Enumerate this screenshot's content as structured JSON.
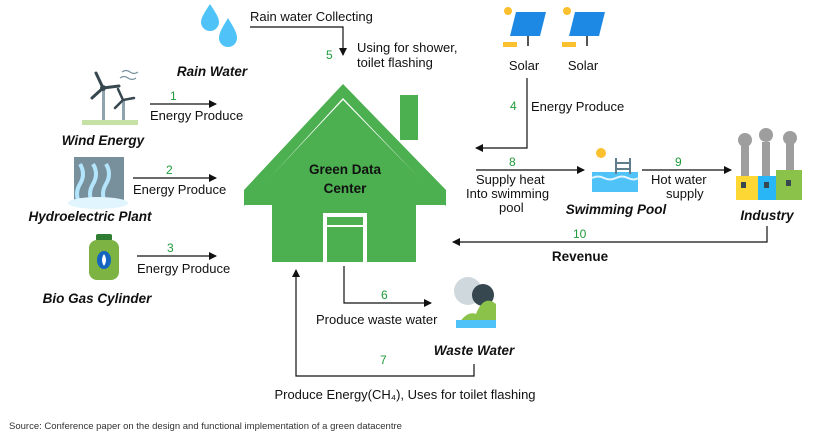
{
  "center": {
    "line1": "Green Data",
    "line2": "Center"
  },
  "sources": {
    "rain_water": "Rain Water",
    "wind_energy": "Wind Energy",
    "hydroelectric_plant": "Hydroelectric Plant",
    "bio_gas_cylinder": "Bio Gas Cylinder",
    "solar_1": "Solar",
    "solar_2": "Solar",
    "swimming_pool": "Swimming Pool",
    "industry": "Industry",
    "waste_water": "Waste Water"
  },
  "flows": [
    {
      "num": "1",
      "label": "Energy Produce"
    },
    {
      "num": "2",
      "label": "Energy Produce"
    },
    {
      "num": "3",
      "label": "Energy Produce"
    },
    {
      "num": "4",
      "label": "Energy Produce"
    },
    {
      "num": "5",
      "label_line1": "Using for shower,",
      "label_line2": "toilet flashing"
    },
    {
      "num": "6",
      "label": "Produce waste water"
    },
    {
      "num": "7",
      "label": "Produce Energy(CH₄), Uses for toilet flashing"
    },
    {
      "num": "8",
      "label_line1": "Supply heat",
      "label_line2": "Into swimming",
      "label_line3": "pool"
    },
    {
      "num": "9",
      "label_line1": "Hot water",
      "label_line2": "supply"
    },
    {
      "num": "10",
      "label": "Revenue"
    }
  ],
  "rain_collect": "Rain water Collecting",
  "source_note": "Source: Conference paper on the design and functional implementation of a green datacentre",
  "colors": {
    "green": "#4caf50",
    "number_green": "#1f9a3a",
    "water_blue": "#4fc3f7"
  }
}
